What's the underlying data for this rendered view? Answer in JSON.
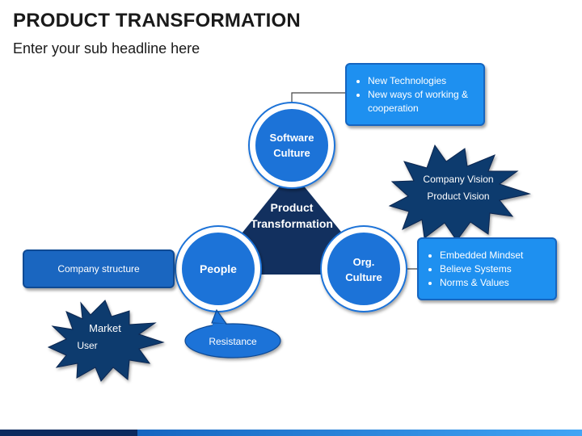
{
  "header": {
    "title": "PRODUCT TRANSFORMATION",
    "subtitle": "Enter your sub headline here"
  },
  "center": {
    "line1": "Product",
    "line2": "Transformation"
  },
  "nodes": {
    "software": {
      "line1": "Software",
      "line2": "Culture"
    },
    "people": {
      "label": "People"
    },
    "org": {
      "line1": "Org.",
      "line2": "Culture"
    }
  },
  "boxes": {
    "technologies": {
      "items": [
        "New Technologies",
        "New ways of working & cooperation"
      ]
    },
    "org_culture": {
      "items": [
        "Embedded Mindset",
        "Believe Systems",
        "Norms & Values"
      ]
    },
    "company": {
      "label": "Company structure"
    }
  },
  "bursts": {
    "vision": {
      "line1": "Company Vision",
      "line2": "Product Vision"
    },
    "market": {
      "line1": "Market",
      "line2": "User"
    }
  },
  "bubble": {
    "label": "Resistance"
  },
  "colors": {
    "navy": "#12305f",
    "circle_blue": "#1e73d8",
    "box_blue": "#1e90f0",
    "burst_navy": "#0e3a6e"
  }
}
